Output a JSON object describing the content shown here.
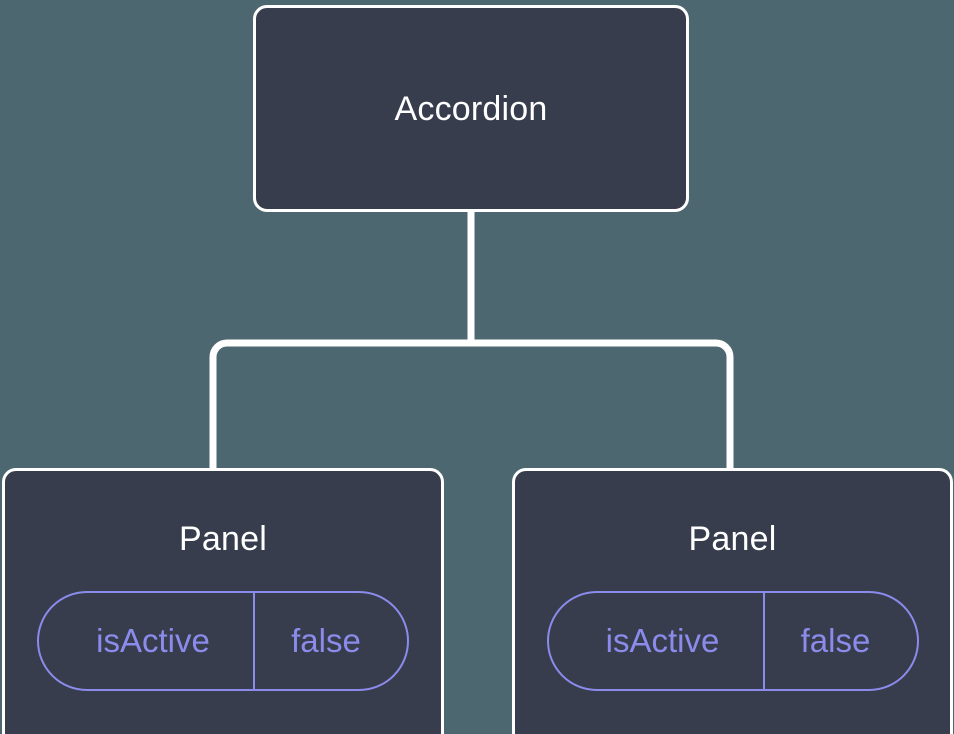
{
  "diagram": {
    "type": "component-tree",
    "background_color": "#4c6770",
    "node_fill_color": "#373d4c",
    "node_border_color": "#ffffff",
    "node_title_color": "#ffffff",
    "badge_color": "#8b8bec",
    "edge_color": "#ffffff"
  },
  "root": {
    "title": "Accordion"
  },
  "children": [
    {
      "title": "Panel",
      "props": [
        {
          "key": "isActive",
          "value": "false"
        }
      ]
    },
    {
      "title": "Panel",
      "props": [
        {
          "key": "isActive",
          "value": "false"
        }
      ]
    }
  ]
}
